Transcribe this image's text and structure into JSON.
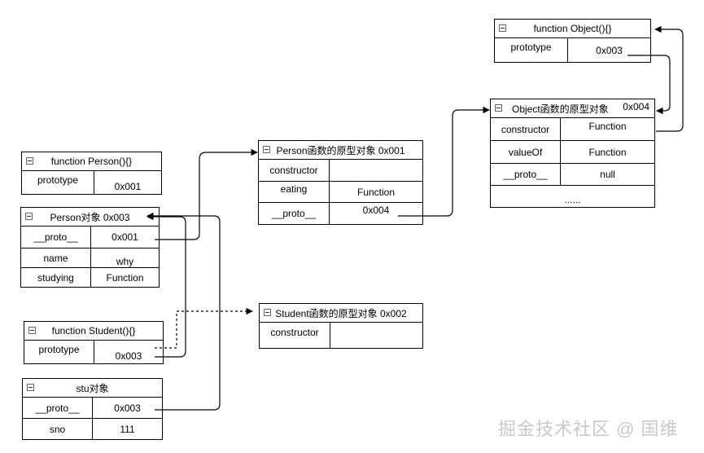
{
  "nodes": {
    "person_fn": {
      "title": "function Person(){}",
      "rows": [
        [
          "prototype",
          "0x001"
        ]
      ]
    },
    "person_obj": {
      "title": "Person对象 0x003",
      "rows": [
        [
          "__proto__",
          "0x001"
        ],
        [
          "name",
          "why"
        ],
        [
          "studying",
          "Function"
        ]
      ]
    },
    "student_fn": {
      "title": "function Student(){}",
      "rows": [
        [
          "prototype",
          "0x003"
        ]
      ]
    },
    "stu_obj": {
      "title": "stu对象",
      "rows": [
        [
          "__proto__",
          "0x003"
        ],
        [
          "sno",
          "111"
        ]
      ]
    },
    "person_proto": {
      "title": "Person函数的原型对象 0x001",
      "rows": [
        [
          "constructor",
          ""
        ],
        [
          "eating",
          "Function"
        ],
        [
          "__proto__",
          "0x004"
        ]
      ]
    },
    "student_proto": {
      "title": "Student函数的原型对象  0x002",
      "rows": [
        [
          "constructor",
          ""
        ]
      ]
    },
    "object_fn": {
      "title": "function Object(){}",
      "rows": [
        [
          "prototype",
          "0x003"
        ]
      ]
    },
    "object_proto": {
      "title": "Object函数的原型对象",
      "badge": "0x004",
      "rows": [
        [
          "constructor",
          "Function"
        ],
        [
          "valueOf",
          "Function"
        ],
        [
          "__proto__",
          "null"
        ]
      ],
      "more": "......"
    }
  },
  "watermark": "掘金技术社区 @ 国维"
}
